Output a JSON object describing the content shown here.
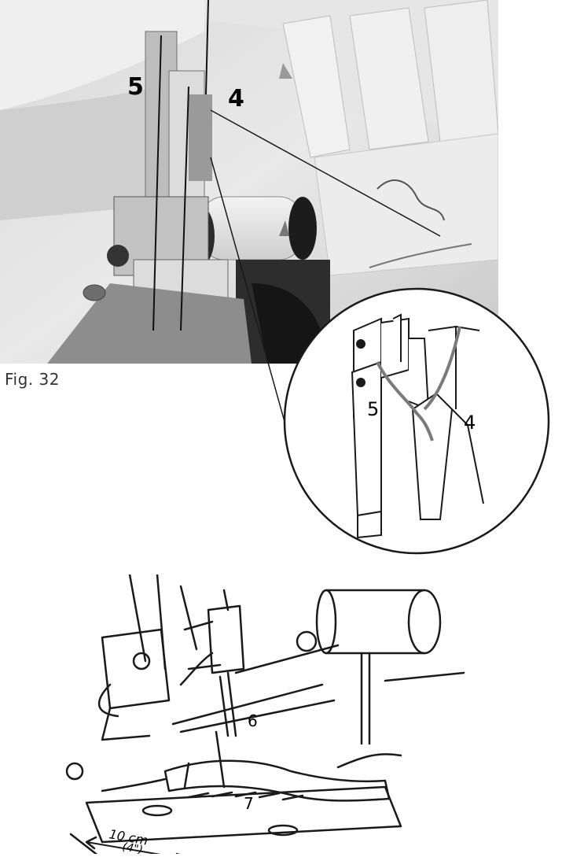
{
  "figure": {
    "caption": "Fig. 32",
    "photo_labels": {
      "left": "5",
      "right": "4"
    },
    "zoom_labels": {
      "left": "5",
      "right": "4"
    }
  },
  "drawing": {
    "labels": {
      "upper": "6",
      "lower": "7"
    },
    "dimension": {
      "metric": "10 cm",
      "imperial": "(4\")"
    }
  }
}
